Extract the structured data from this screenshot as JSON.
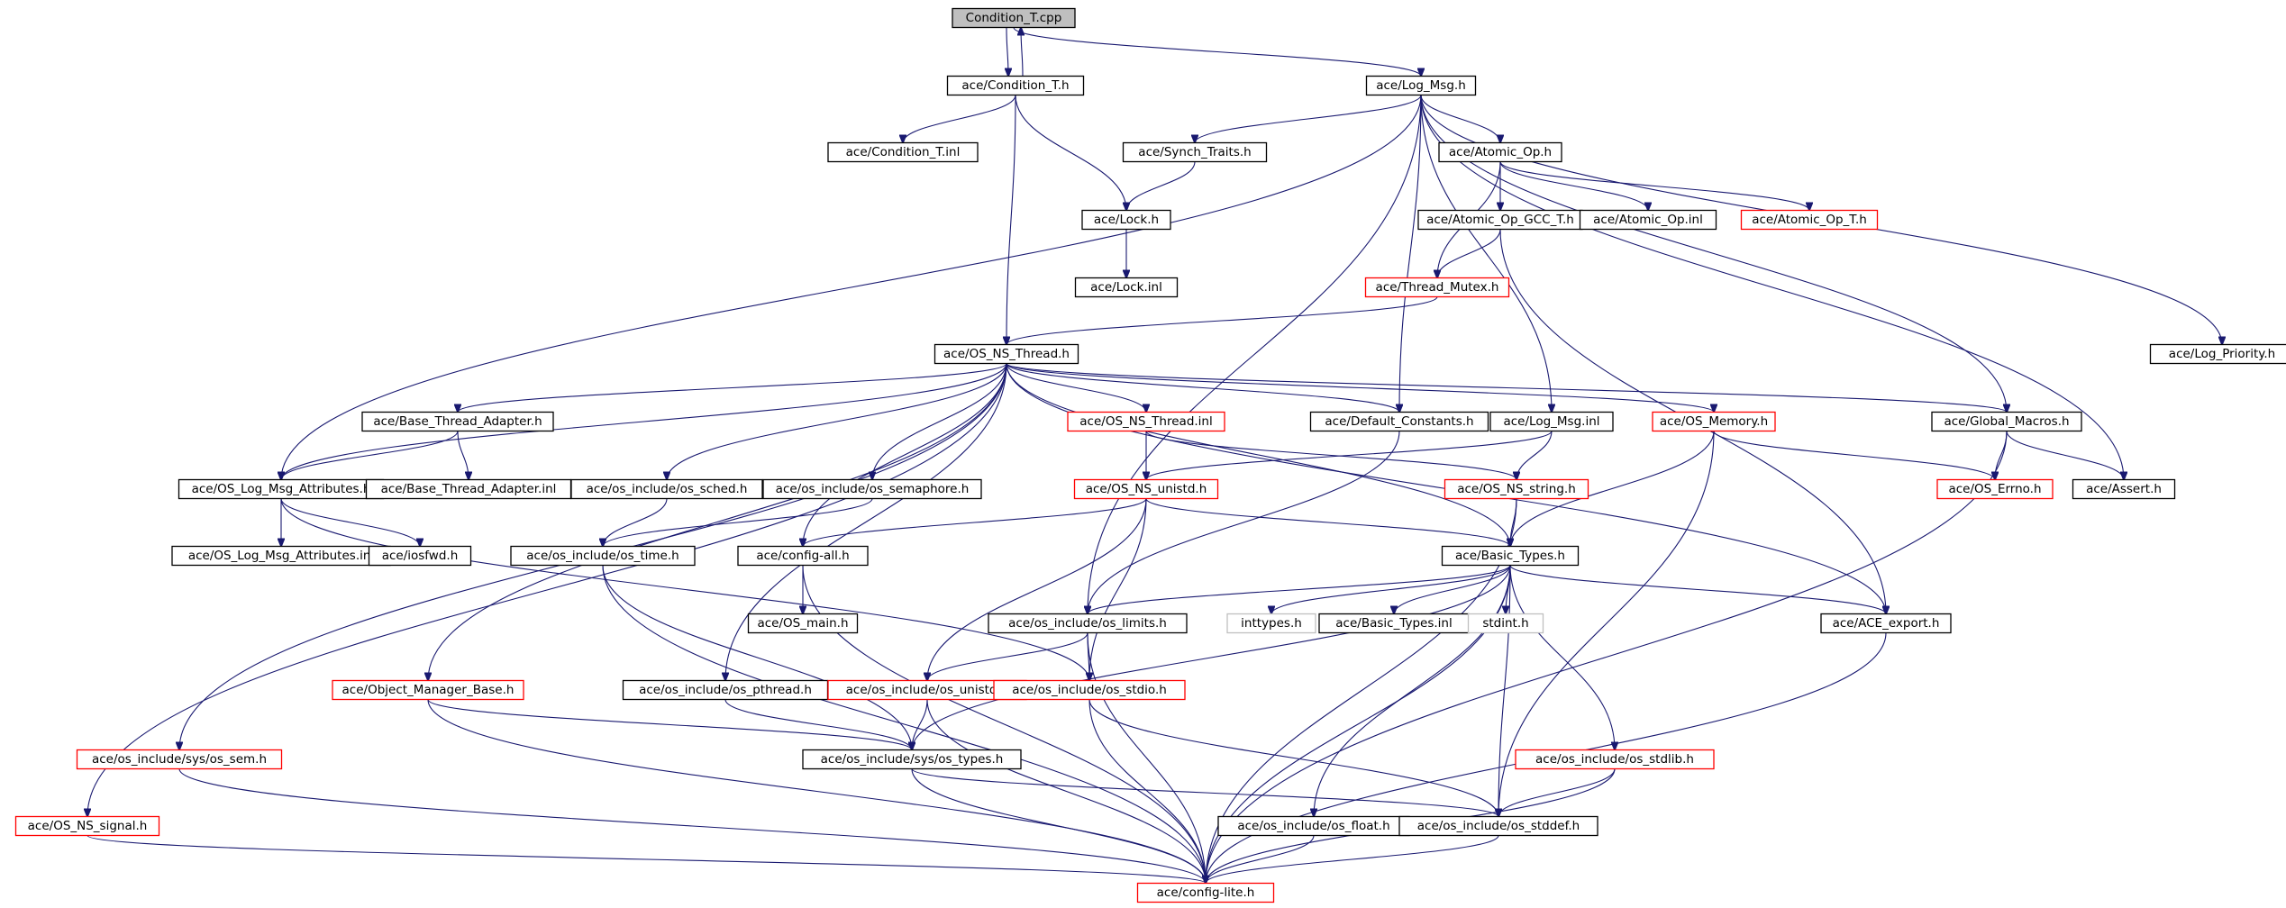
{
  "diagram": {
    "kind": "include-dependency-graph",
    "root": "Condition_T.cpp",
    "colors": {
      "edge": "#191970",
      "normal_border": "#000000",
      "truncated_border": "#ff0000",
      "external_border": "#bfbfbf",
      "root_fill": "#bfbfbf"
    },
    "nodes": [
      {
        "id": "n0",
        "label": "Condition_T.cpp",
        "style": "root"
      },
      {
        "id": "n1",
        "label": "ace/Condition_T.h",
        "style": "normal"
      },
      {
        "id": "n2",
        "label": "ace/Log_Msg.h",
        "style": "normal"
      },
      {
        "id": "n3",
        "label": "ace/Condition_T.inl",
        "style": "normal"
      },
      {
        "id": "n4",
        "label": "ace/Synch_Traits.h",
        "style": "normal"
      },
      {
        "id": "n5",
        "label": "ace/Atomic_Op.h",
        "style": "normal"
      },
      {
        "id": "n6",
        "label": "ace/Lock.h",
        "style": "normal"
      },
      {
        "id": "n7",
        "label": "ace/Atomic_Op_GCC_T.h",
        "style": "normal"
      },
      {
        "id": "n8",
        "label": "ace/Atomic_Op.inl",
        "style": "normal"
      },
      {
        "id": "n9",
        "label": "ace/Atomic_Op_T.h",
        "style": "truncated"
      },
      {
        "id": "n10",
        "label": "ace/Lock.inl",
        "style": "normal"
      },
      {
        "id": "n11",
        "label": "ace/Thread_Mutex.h",
        "style": "truncated"
      },
      {
        "id": "n12",
        "label": "ace/OS_NS_Thread.h",
        "style": "normal"
      },
      {
        "id": "n13",
        "label": "ace/Log_Priority.h",
        "style": "normal"
      },
      {
        "id": "n14",
        "label": "ace/Base_Thread_Adapter.h",
        "style": "normal"
      },
      {
        "id": "n15",
        "label": "ace/OS_NS_Thread.inl",
        "style": "truncated"
      },
      {
        "id": "n16",
        "label": "ace/Default_Constants.h",
        "style": "normal"
      },
      {
        "id": "n17",
        "label": "ace/Log_Msg.inl",
        "style": "normal"
      },
      {
        "id": "n18",
        "label": "ace/OS_Memory.h",
        "style": "truncated"
      },
      {
        "id": "n19",
        "label": "ace/Global_Macros.h",
        "style": "normal"
      },
      {
        "id": "n20",
        "label": "ace/OS_Log_Msg_Attributes.h",
        "style": "normal"
      },
      {
        "id": "n21",
        "label": "ace/Base_Thread_Adapter.inl",
        "style": "normal"
      },
      {
        "id": "n22",
        "label": "ace/os_include/os_sched.h",
        "style": "normal"
      },
      {
        "id": "n23",
        "label": "ace/os_include/os_semaphore.h",
        "style": "normal"
      },
      {
        "id": "n24",
        "label": "ace/OS_NS_unistd.h",
        "style": "truncated"
      },
      {
        "id": "n25",
        "label": "ace/OS_NS_string.h",
        "style": "truncated"
      },
      {
        "id": "n26",
        "label": "ace/OS_Errno.h",
        "style": "truncated"
      },
      {
        "id": "n27",
        "label": "ace/Assert.h",
        "style": "normal"
      },
      {
        "id": "n28",
        "label": "ace/OS_Log_Msg_Attributes.inl",
        "style": "normal"
      },
      {
        "id": "n29",
        "label": "ace/iosfwd.h",
        "style": "normal"
      },
      {
        "id": "n30",
        "label": "ace/os_include/os_time.h",
        "style": "normal"
      },
      {
        "id": "n31",
        "label": "ace/config-all.h",
        "style": "normal"
      },
      {
        "id": "n32",
        "label": "ace/Basic_Types.h",
        "style": "normal"
      },
      {
        "id": "n33",
        "label": "ace/OS_main.h",
        "style": "normal"
      },
      {
        "id": "n34",
        "label": "ace/os_include/os_limits.h",
        "style": "normal"
      },
      {
        "id": "n35",
        "label": "inttypes.h",
        "style": "external"
      },
      {
        "id": "n36",
        "label": "ace/Basic_Types.inl",
        "style": "normal"
      },
      {
        "id": "n37",
        "label": "stdint.h",
        "style": "external"
      },
      {
        "id": "n38",
        "label": "ace/ACE_export.h",
        "style": "normal"
      },
      {
        "id": "n39",
        "label": "ace/Object_Manager_Base.h",
        "style": "truncated"
      },
      {
        "id": "n40",
        "label": "ace/os_include/os_pthread.h",
        "style": "normal"
      },
      {
        "id": "n41",
        "label": "ace/os_include/os_unistd.h",
        "style": "truncated"
      },
      {
        "id": "n42",
        "label": "ace/os_include/os_stdio.h",
        "style": "truncated"
      },
      {
        "id": "n43",
        "label": "ace/os_include/sys/os_sem.h",
        "style": "truncated"
      },
      {
        "id": "n44",
        "label": "ace/os_include/sys/os_types.h",
        "style": "normal"
      },
      {
        "id": "n45",
        "label": "ace/os_include/os_stdlib.h",
        "style": "truncated"
      },
      {
        "id": "n46",
        "label": "ace/OS_NS_signal.h",
        "style": "truncated"
      },
      {
        "id": "n47",
        "label": "ace/os_include/os_float.h",
        "style": "normal"
      },
      {
        "id": "n48",
        "label": "ace/os_include/os_stddef.h",
        "style": "normal"
      },
      {
        "id": "n49",
        "label": "ace/config-lite.h",
        "style": "truncated"
      }
    ],
    "edges": [
      [
        "n0",
        "n1"
      ],
      [
        "n1",
        "n0"
      ],
      [
        "n0",
        "n2"
      ],
      [
        "n1",
        "n3"
      ],
      [
        "n1",
        "n6"
      ],
      [
        "n1",
        "n12"
      ],
      [
        "n2",
        "n4"
      ],
      [
        "n2",
        "n5"
      ],
      [
        "n2",
        "n20"
      ],
      [
        "n2",
        "n34"
      ],
      [
        "n2",
        "n16"
      ],
      [
        "n2",
        "n17"
      ],
      [
        "n2",
        "n19"
      ],
      [
        "n2",
        "n27"
      ],
      [
        "n2",
        "n13"
      ],
      [
        "n4",
        "n6"
      ],
      [
        "n6",
        "n10"
      ],
      [
        "n5",
        "n7"
      ],
      [
        "n5",
        "n8"
      ],
      [
        "n5",
        "n9"
      ],
      [
        "n5",
        "n11"
      ],
      [
        "n7",
        "n11"
      ],
      [
        "n7",
        "n38"
      ],
      [
        "n11",
        "n12"
      ],
      [
        "n12",
        "n14"
      ],
      [
        "n12",
        "n15"
      ],
      [
        "n12",
        "n16"
      ],
      [
        "n12",
        "n18"
      ],
      [
        "n12",
        "n19"
      ],
      [
        "n12",
        "n20"
      ],
      [
        "n12",
        "n22"
      ],
      [
        "n12",
        "n23"
      ],
      [
        "n12",
        "n31"
      ],
      [
        "n12",
        "n32"
      ],
      [
        "n12",
        "n38"
      ],
      [
        "n12",
        "n39"
      ],
      [
        "n12",
        "n40"
      ],
      [
        "n12",
        "n43"
      ],
      [
        "n12",
        "n46"
      ],
      [
        "n14",
        "n20"
      ],
      [
        "n14",
        "n21"
      ],
      [
        "n15",
        "n24"
      ],
      [
        "n15",
        "n25"
      ],
      [
        "n16",
        "n34"
      ],
      [
        "n17",
        "n24"
      ],
      [
        "n17",
        "n25"
      ],
      [
        "n18",
        "n26"
      ],
      [
        "n18",
        "n32"
      ],
      [
        "n18",
        "n48"
      ],
      [
        "n19",
        "n26"
      ],
      [
        "n19",
        "n27"
      ],
      [
        "n19",
        "n49"
      ],
      [
        "n20",
        "n28"
      ],
      [
        "n20",
        "n29"
      ],
      [
        "n20",
        "n42"
      ],
      [
        "n22",
        "n30"
      ],
      [
        "n23",
        "n30"
      ],
      [
        "n24",
        "n31"
      ],
      [
        "n24",
        "n32"
      ],
      [
        "n24",
        "n41"
      ],
      [
        "n24",
        "n42"
      ],
      [
        "n25",
        "n32"
      ],
      [
        "n25",
        "n49"
      ],
      [
        "n30",
        "n44"
      ],
      [
        "n30",
        "n49"
      ],
      [
        "n31",
        "n33"
      ],
      [
        "n31",
        "n49"
      ],
      [
        "n32",
        "n34"
      ],
      [
        "n32",
        "n35"
      ],
      [
        "n32",
        "n36"
      ],
      [
        "n32",
        "n37"
      ],
      [
        "n32",
        "n38"
      ],
      [
        "n32",
        "n44"
      ],
      [
        "n32",
        "n45"
      ],
      [
        "n32",
        "n47"
      ],
      [
        "n32",
        "n48"
      ],
      [
        "n32",
        "n49"
      ],
      [
        "n34",
        "n41"
      ],
      [
        "n34",
        "n42"
      ],
      [
        "n34",
        "n49"
      ],
      [
        "n38",
        "n49"
      ],
      [
        "n39",
        "n44"
      ],
      [
        "n39",
        "n49"
      ],
      [
        "n40",
        "n44"
      ],
      [
        "n41",
        "n44"
      ],
      [
        "n41",
        "n49"
      ],
      [
        "n42",
        "n48"
      ],
      [
        "n42",
        "n49"
      ],
      [
        "n43",
        "n49"
      ],
      [
        "n44",
        "n48"
      ],
      [
        "n44",
        "n49"
      ],
      [
        "n45",
        "n48"
      ],
      [
        "n45",
        "n49"
      ],
      [
        "n46",
        "n49"
      ],
      [
        "n47",
        "n49"
      ],
      [
        "n48",
        "n49"
      ]
    ]
  }
}
